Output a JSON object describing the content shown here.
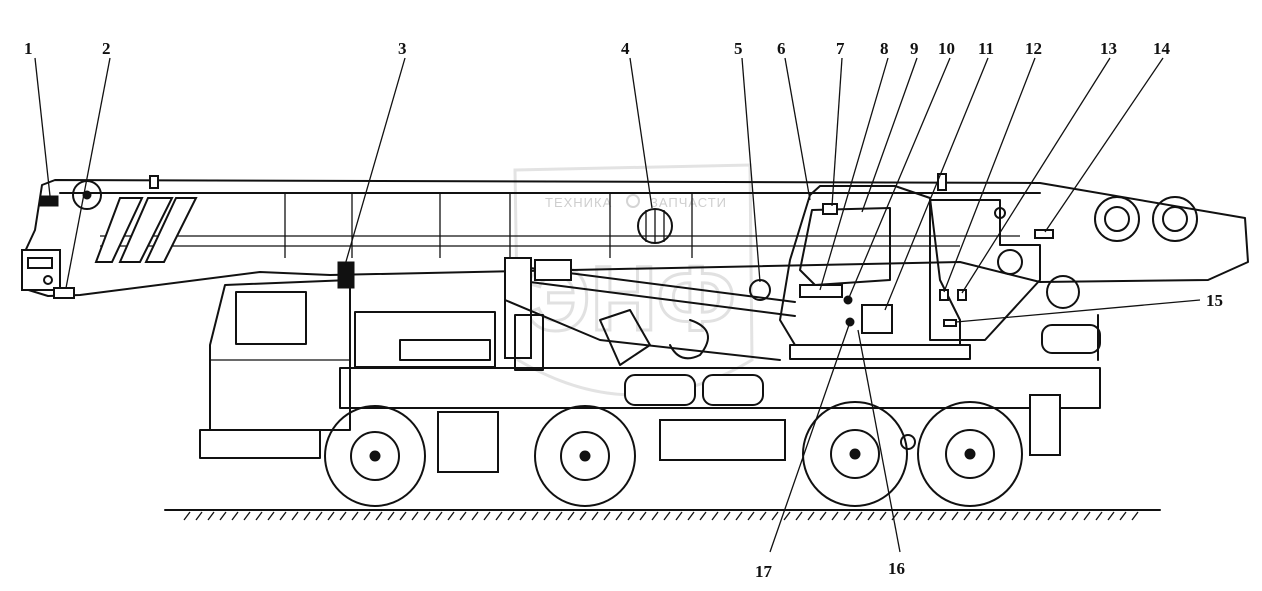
{
  "watermark": {
    "caption_left": "ТЕХНИКА",
    "caption_right": "ЗАПЧАСТИ",
    "logo": "ЭНФ",
    "gear_icon": "gear-icon"
  },
  "callouts": [
    {
      "id": "c1",
      "label": "1"
    },
    {
      "id": "c2",
      "label": "2"
    },
    {
      "id": "c3",
      "label": "3"
    },
    {
      "id": "c4",
      "label": "4"
    },
    {
      "id": "c5",
      "label": "5"
    },
    {
      "id": "c6",
      "label": "6"
    },
    {
      "id": "c7",
      "label": "7"
    },
    {
      "id": "c8",
      "label": "8"
    },
    {
      "id": "c9",
      "label": "9"
    },
    {
      "id": "c10",
      "label": "10"
    },
    {
      "id": "c11",
      "label": "11"
    },
    {
      "id": "c12",
      "label": "12"
    },
    {
      "id": "c13",
      "label": "13"
    },
    {
      "id": "c14",
      "label": "14"
    },
    {
      "id": "c15",
      "label": "15"
    },
    {
      "id": "c16",
      "label": "16"
    },
    {
      "id": "c17",
      "label": "17"
    }
  ]
}
